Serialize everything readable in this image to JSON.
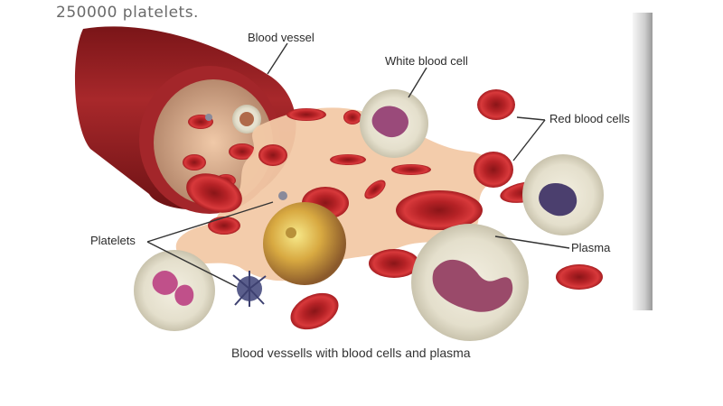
{
  "header": {
    "partial_text": "250000 platelets."
  },
  "diagram": {
    "caption": "Blood vessells with blood cells and plasma",
    "labels": {
      "blood_vessel": "Blood vessel",
      "white_blood_cell": "White blood cell",
      "red_blood_cells": "Red blood cells",
      "platelets": "Platelets",
      "plasma": "Plasma"
    },
    "colors": {
      "vessel": "#8e1f22",
      "red_cell": "#c8282c",
      "plasma": "#f2c9a6",
      "white_cell": "#e6e2d2",
      "nucleus": "#9a4a7a",
      "platelet": "#5a5e8c",
      "leader_line": "#333333"
    }
  }
}
